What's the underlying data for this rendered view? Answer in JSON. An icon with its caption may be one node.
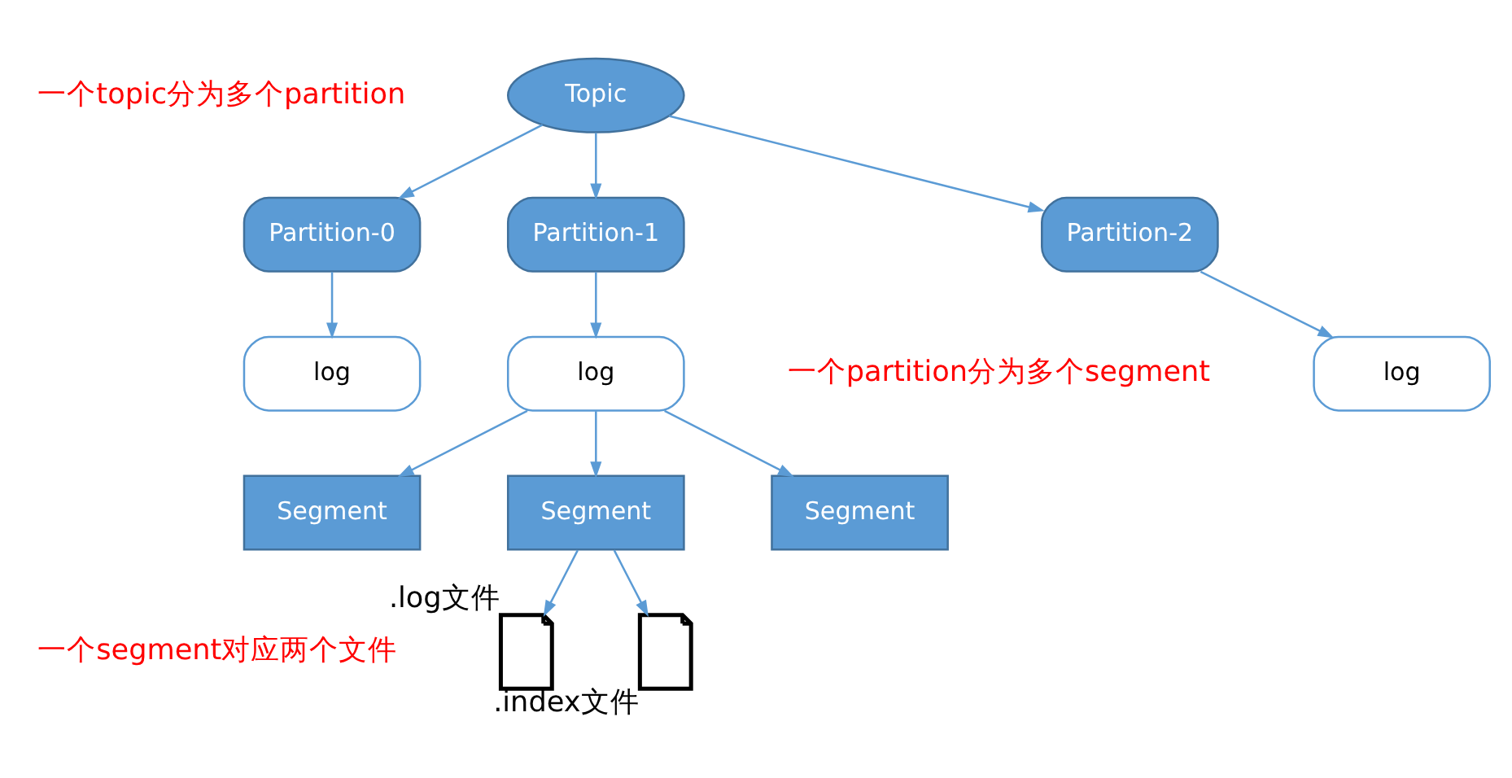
{
  "diagram": {
    "nodes": [
      {
        "text": [
          "Topic"
        ]
      },
      {
        "text": [
          "Partition-0"
        ]
      },
      {
        "text": [
          "Partition-1"
        ]
      },
      {
        "text": [
          "Partition-2"
        ]
      },
      {
        "text": [
          "log"
        ]
      },
      {
        "text": [
          "log"
        ]
      },
      {
        "text": [
          "log"
        ]
      },
      {
        "text": [
          "Segment"
        ]
      },
      {
        "text": [
          "Segment"
        ]
      },
      {
        "text": [
          "Segment"
        ]
      },
      {
        "text": [],
        "shape": "document",
        "beside": [
          ".log文件"
        ]
      },
      {
        "text": [],
        "shape": "document",
        "beside": [
          ".index文件"
        ]
      }
    ],
    "edges": [
      {
        "from": 0,
        "to": 1,
        "arrow": "to"
      },
      {
        "from": 0,
        "to": 2,
        "arrow": "to"
      },
      {
        "from": 0,
        "to": 3,
        "arrow": "to"
      },
      {
        "from": 1,
        "to": 4,
        "arrow": "to"
      },
      {
        "from": 2,
        "to": 5,
        "arrow": "to"
      },
      {
        "from": 3,
        "to": 6,
        "arrow": "to"
      },
      {
        "from": 5,
        "to": 7,
        "arrow": "to"
      },
      {
        "from": 5,
        "to": 8,
        "arrow": "to"
      },
      {
        "from": 5,
        "to": 9,
        "arrow": "to"
      },
      {
        "from": 8,
        "to": 10,
        "arrow": "to"
      },
      {
        "from": 8,
        "to": 11,
        "arrow": "to"
      }
    ],
    "labels": [
      "一个topic分为多个partition",
      "一个partition分为多个segment",
      "一个segment对应两个文件"
    ]
  }
}
